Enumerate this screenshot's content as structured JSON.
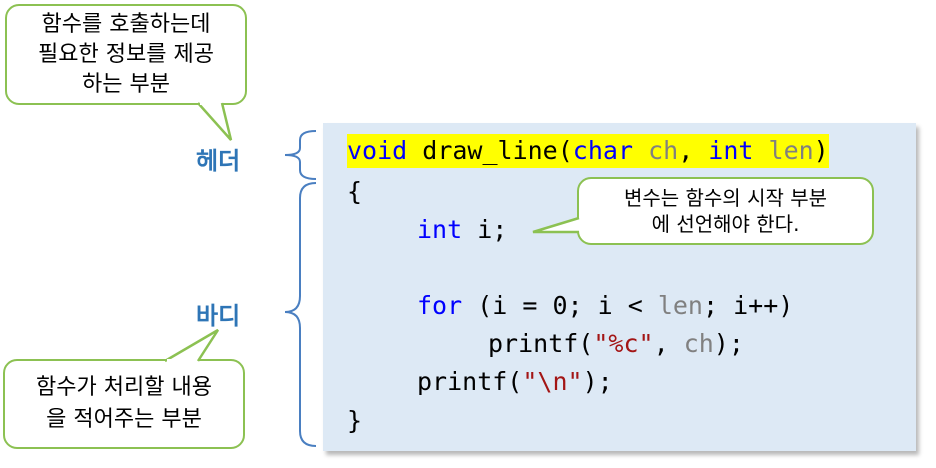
{
  "labels": {
    "header": "헤더",
    "body": "바디"
  },
  "bubbles": {
    "header": [
      "함수를 호출하는데",
      "필요한 정보를 제공",
      "하는 부분"
    ],
    "body": [
      "함수가 처리할 내용",
      "을 적어주는 부분"
    ],
    "variable": [
      "변수는 함수의 시작 부분",
      "에 선언해야 한다."
    ]
  },
  "code": {
    "line1": {
      "void": "void",
      "name": " draw_line(",
      "char": "char",
      "sp1": " ",
      "ch": "ch",
      "comma": ", ",
      "int": "int",
      "sp2": " ",
      "len": "len",
      "close": ")"
    },
    "line2": "{",
    "line3": {
      "int": "int",
      "rest": " i;"
    },
    "line5": {
      "for": "for",
      "a": " (i = 0; i < ",
      "len": "len",
      "b": "; i++)"
    },
    "line6": {
      "a": "printf(",
      "str": "\"%c\"",
      "b": ", ",
      "ch": "ch",
      "c": ");"
    },
    "line7": {
      "a": "printf(",
      "str": "\"\\n\"",
      "b": ");"
    },
    "line8": "}"
  },
  "colors": {
    "keyword": "#0000ff",
    "identifier": "#808080",
    "string": "#a31515",
    "highlight": "#ffff00",
    "label": "#2e75b6",
    "bubble_border": "#8cc152",
    "code_background": "#dde9f5"
  }
}
